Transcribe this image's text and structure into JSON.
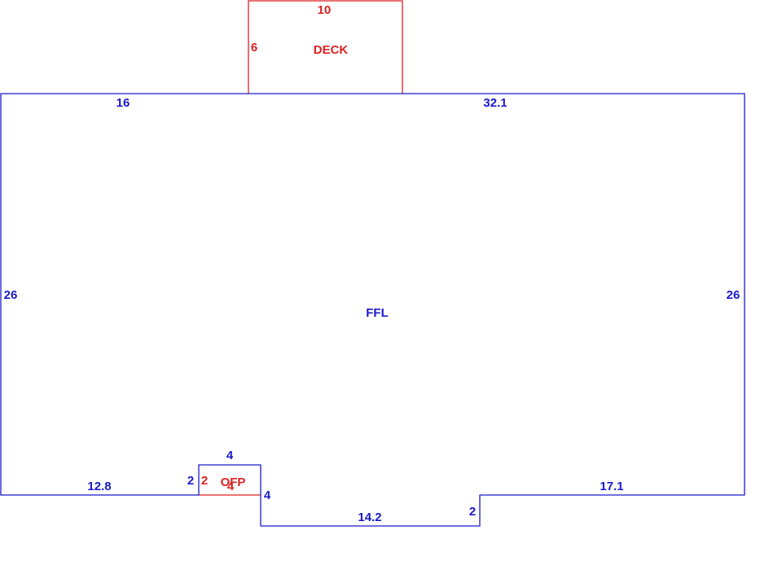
{
  "colors": {
    "main_outline": "#1a1acc",
    "addition_outline": "#dd2222"
  },
  "areas": {
    "main": {
      "name": "FFL",
      "dims": {
        "top_left": "16",
        "top_right": "32.1",
        "left": "26",
        "right": "26",
        "bottom_left": "12.8",
        "bottom_right": "17.1",
        "bump_bottom": "14.2",
        "bump_right": "2",
        "notch_top": "4",
        "notch_left": "2",
        "notch_right": "4"
      }
    },
    "deck": {
      "name": "DECK",
      "dims": {
        "top": "10",
        "left": "6"
      }
    },
    "ofp": {
      "name": "OFP",
      "dims": {
        "left": "2",
        "bottom": "4"
      }
    }
  }
}
